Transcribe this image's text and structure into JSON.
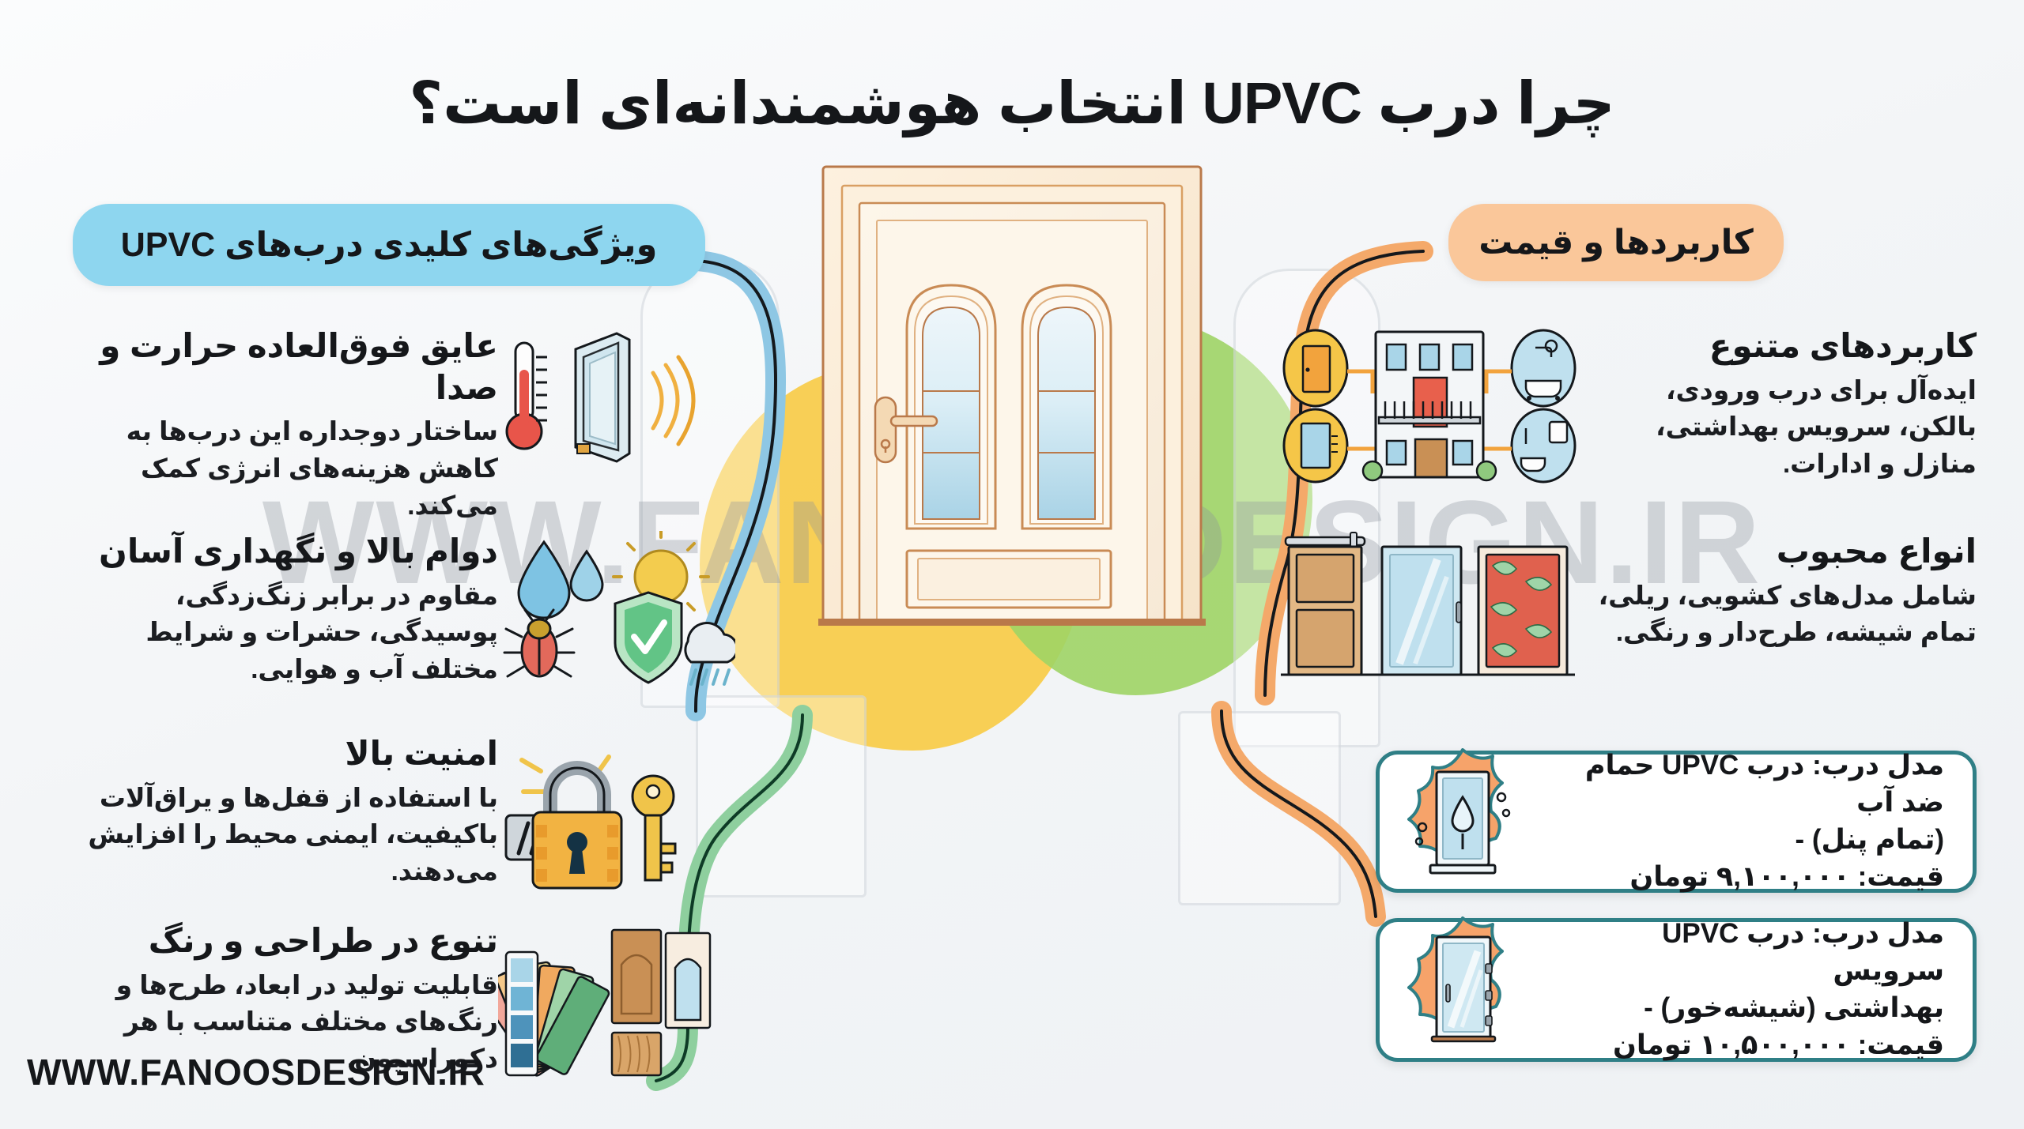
{
  "title": "چرا درب UPVC انتخاب هوشمندانه‌ای است؟",
  "headers": {
    "left": "ویژگی‌های کلیدی درب‌های UPVC",
    "right": "کاربردها و قیمت"
  },
  "colors": {
    "pill_left_bg": "#8ed6ef",
    "pill_right_bg": "#fac79a",
    "connector_blue": "#8ec7e4",
    "connector_green": "#8ecf9e",
    "connector_orange": "#f4a96a",
    "card_border": "#2f7f86",
    "badge_orange": "#f6a36a",
    "blob_yellow": "#f8c93f",
    "blob_green": "#9ed465",
    "text_dark": "#15171a",
    "watermark": "rgba(140,148,156,.34)"
  },
  "features": [
    {
      "icon": "thermometer-glazing-sound-icon",
      "title": "عایق فوق‌العاده حرارت و صدا",
      "body": "ساختار دوجداره این درب‌ها به کاهش هزینه‌های انرژی کمک می‌کند."
    },
    {
      "icon": "water-sun-shield-bug-rain-icon",
      "title": "دوام بالا و نگهداری آسان",
      "body": "مقاوم در برابر زنگ‌زدگی، پوسیدگی، حشرات و شرایط مختلف آب و هوایی."
    },
    {
      "icon": "padlock-key-icon",
      "title": "امنیت بالا",
      "body": "با استفاده از قفل‌ها و یراق‌آلات باکیفیت، ایمنی محیط را افزایش می‌دهند."
    },
    {
      "icon": "color-swatch-door-samples-icon",
      "title": "تنوع در طراحی و رنگ",
      "body": "قابلیت تولید در ابعاد، طرح‌ها و رنگ‌های مختلف متناسب با هر دکوراسیون."
    }
  ],
  "uses": [
    {
      "icon": "building-doors-bathroom-icon",
      "title": "کاربردهای متنوع",
      "body": "ایده‌آل برای درب ورودی، بالکن، سرویس بهداشتی، منازل و ادارات."
    },
    {
      "icon": "door-types-row-icon",
      "title": "انواع محبوب",
      "body": "شامل مدل‌های کشویی، ریلی، تمام شیشه، طرح‌دار و رنگی."
    }
  ],
  "price_cards": [
    {
      "icon": "waterproof-bath-door-badge-icon",
      "line1": "مدل درب: درب UPVC حمام ضد آب",
      "line2": "(تمام پنل) -",
      "line3": "قیمت: ۹,۱۰۰,۰۰۰ تومان",
      "model": "درب UPVC حمام ضد آب (تمام پنل)",
      "price": "۹,۱۰۰,۰۰۰ تومان"
    },
    {
      "icon": "glass-wc-door-badge-icon",
      "line1": "مدل درب: درب UPVC سرویس",
      "line2": "بهداشتی (شیشه‌خور) -",
      "line3": "قیمت: ۱۰,۵۰۰,۰۰۰ تومان",
      "model": "درب UPVC سرویس بهداشتی (شیشه‌خور)",
      "price": "۱۰,۵۰۰,۰۰۰ تومان"
    }
  ],
  "watermark": "WWW.FANOOSDESIGN.IR",
  "footer": "WWW.FANOOSDESIGN.IR"
}
